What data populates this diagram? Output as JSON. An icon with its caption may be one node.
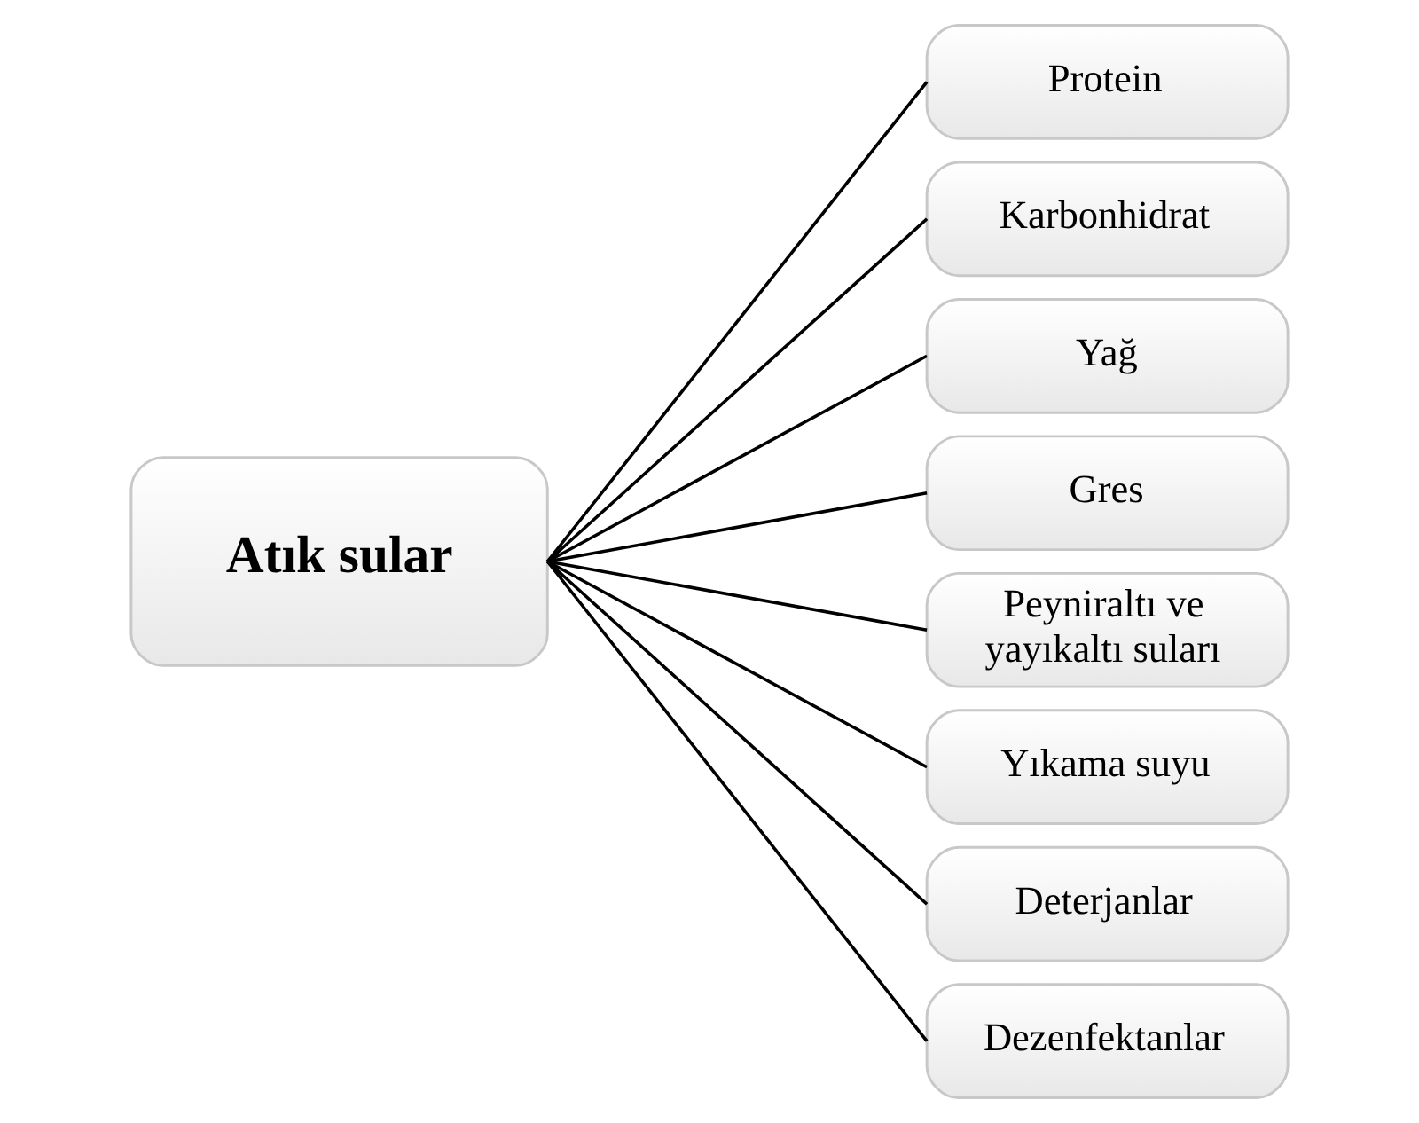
{
  "diagram": {
    "nodes": [
      {
        "text": [
          "Atık sular"
        ]
      },
      {
        "text": [
          "Protein"
        ]
      },
      {
        "text": [
          "Karbonhidrat"
        ]
      },
      {
        "text": [
          "Yağ"
        ]
      },
      {
        "text": [
          "Gres"
        ]
      },
      {
        "text": [
          "Peyniraltı ve yayıkaltı suları"
        ]
      },
      {
        "text": [
          "Yıkama suyu"
        ]
      },
      {
        "text": [
          "Deterjanlar"
        ]
      },
      {
        "text": [
          "Dezenfektanlar"
        ]
      }
    ],
    "edges": [
      {
        "from": 0,
        "to": 1,
        "arrow": "none"
      },
      {
        "from": 0,
        "to": 2,
        "arrow": "none"
      },
      {
        "from": 0,
        "to": 3,
        "arrow": "none"
      },
      {
        "from": 0,
        "to": 4,
        "arrow": "none"
      },
      {
        "from": 0,
        "to": 5,
        "arrow": "none"
      },
      {
        "from": 0,
        "to": 6,
        "arrow": "none"
      },
      {
        "from": 0,
        "to": 7,
        "arrow": "none"
      },
      {
        "from": 0,
        "to": 8,
        "arrow": "none"
      }
    ]
  }
}
